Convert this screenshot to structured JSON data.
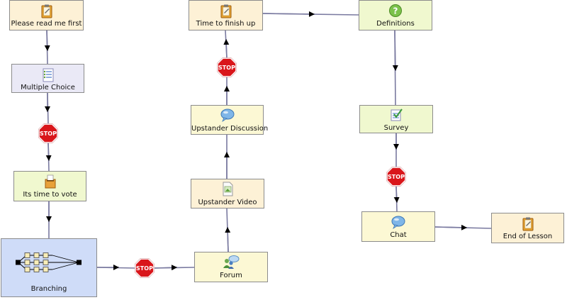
{
  "nodes": {
    "please_read": "Please read me first",
    "multiple_choice": "Multiple Choice",
    "time_to_vote": "Its time to vote",
    "branching": "Branching",
    "forum": "Forum",
    "upstander_video": "Upstander Video",
    "upstander_discussion": "Upstander Discussion",
    "time_to_finish": "Time to finish up",
    "definitions": "Definitions",
    "survey": "Survey",
    "chat": "Chat",
    "end_of_lesson": "End of Lesson"
  },
  "stop_label": "STOP",
  "colors": {
    "connector": "#7a7aa0",
    "stop": "#d9161b",
    "notice": "#fdf1d6",
    "green": "#f0f8cf",
    "yellow": "#fcf8d4",
    "purple": "#eae9f6",
    "blue": "#cfdcf8"
  },
  "icons": {
    "please_read": "notebook-icon",
    "multiple_choice": "checklist-icon",
    "time_to_vote": "ballot-box-icon",
    "branching": "branching-icon",
    "forum": "forum-people-icon",
    "upstander_video": "video-page-icon",
    "upstander_discussion": "speech-bubble-icon",
    "time_to_finish": "notebook-icon",
    "definitions": "question-mark-icon",
    "survey": "survey-check-icon",
    "chat": "speech-bubble-icon",
    "end_of_lesson": "notebook-icon"
  }
}
